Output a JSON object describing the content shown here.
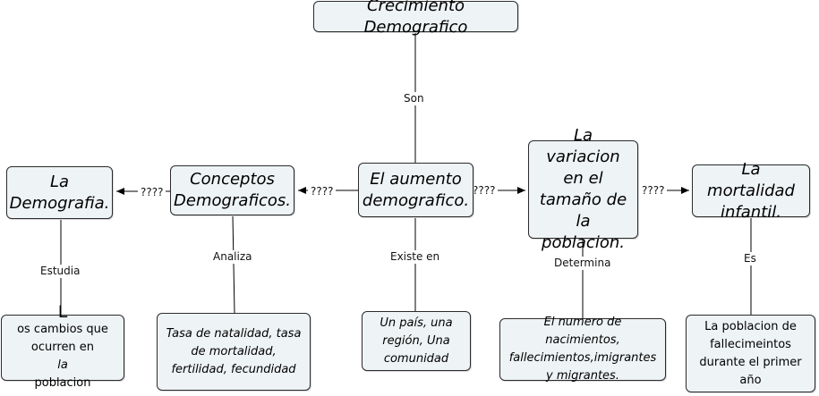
{
  "nodes": {
    "root": "Crecimiento Demografico",
    "center": "El aumento demografico.",
    "concepts": "Conceptos Demograficos.",
    "demography": "La Demografia.",
    "variation": "La variacion en el tamaño de la poblacion.",
    "mortality": "La mortalidad infantil.",
    "changes_cap": "L",
    "changes_rest_1": "os cambios que",
    "changes_2a": "ocurren en ",
    "changes_2b": "la",
    "changes_3": "poblacion",
    "rates": "Tasa de natalidad, tasa de mortalidad, fertilidad, fecundidad",
    "places": "Un país, una región, Una comunidad",
    "births": "El numero de nacimientos, fallecimientos,imigrantes y migrantes.",
    "deaths": "La poblacion de fallecimeintos durante el primer año"
  },
  "links": {
    "son": "Son",
    "q1": "????",
    "q2": "????",
    "q3": "????",
    "q4": "????",
    "estudia": "Estudia",
    "analiza": "Analiza",
    "existe": "Existe en",
    "determina": "Determina",
    "es": "Es"
  }
}
